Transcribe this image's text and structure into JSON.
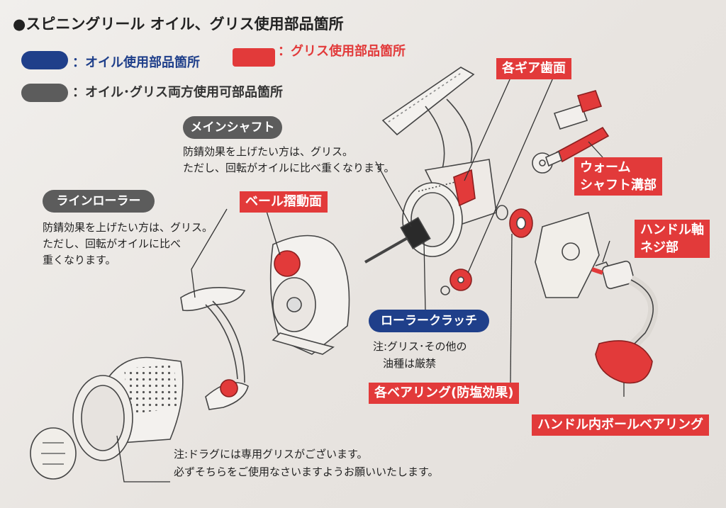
{
  "title": "●スピニングリール オイル、グリス使用部品箇所",
  "legend": {
    "oil": "：オイル使用部品箇所",
    "grease": "：グリス使用部品箇所",
    "both": "：オイル･グリス両方使用可部品箇所",
    "colors": {
      "oil": "#1f3f8a",
      "grease": "#e23a3a",
      "both": "#5c5c5c"
    }
  },
  "labels": {
    "main_shaft": "メインシャフト",
    "main_shaft_note": [
      "防錆効果を上げたい方は、グリス。",
      "ただし、回転がオイルに比べ重くなります。"
    ],
    "line_roller": "ラインローラー",
    "line_roller_note": [
      "防錆効果を上げたい方は、グリス。",
      "ただし、回転がオイルに比べ",
      "重くなります。"
    ],
    "bail_slide": "ベール摺動面",
    "gear_teeth": "各ギア歯面",
    "worm_shaft": [
      "ウォーム",
      "シャフト溝部"
    ],
    "handle_shaft": [
      "ハンドル軸",
      "ネジ部"
    ],
    "roller_clutch": "ローラークラッチ",
    "roller_clutch_note": [
      "注:グリス･その他の",
      "油種は厳禁"
    ],
    "bearings": "各ベアリング(防塩効果)",
    "handle_bearing": "ハンドル内ボールベアリング",
    "drag_note": [
      "注:ドラグには専用グリスがございます。",
      "必ずそちらをご使用なさいますようお願いいたします。"
    ]
  }
}
